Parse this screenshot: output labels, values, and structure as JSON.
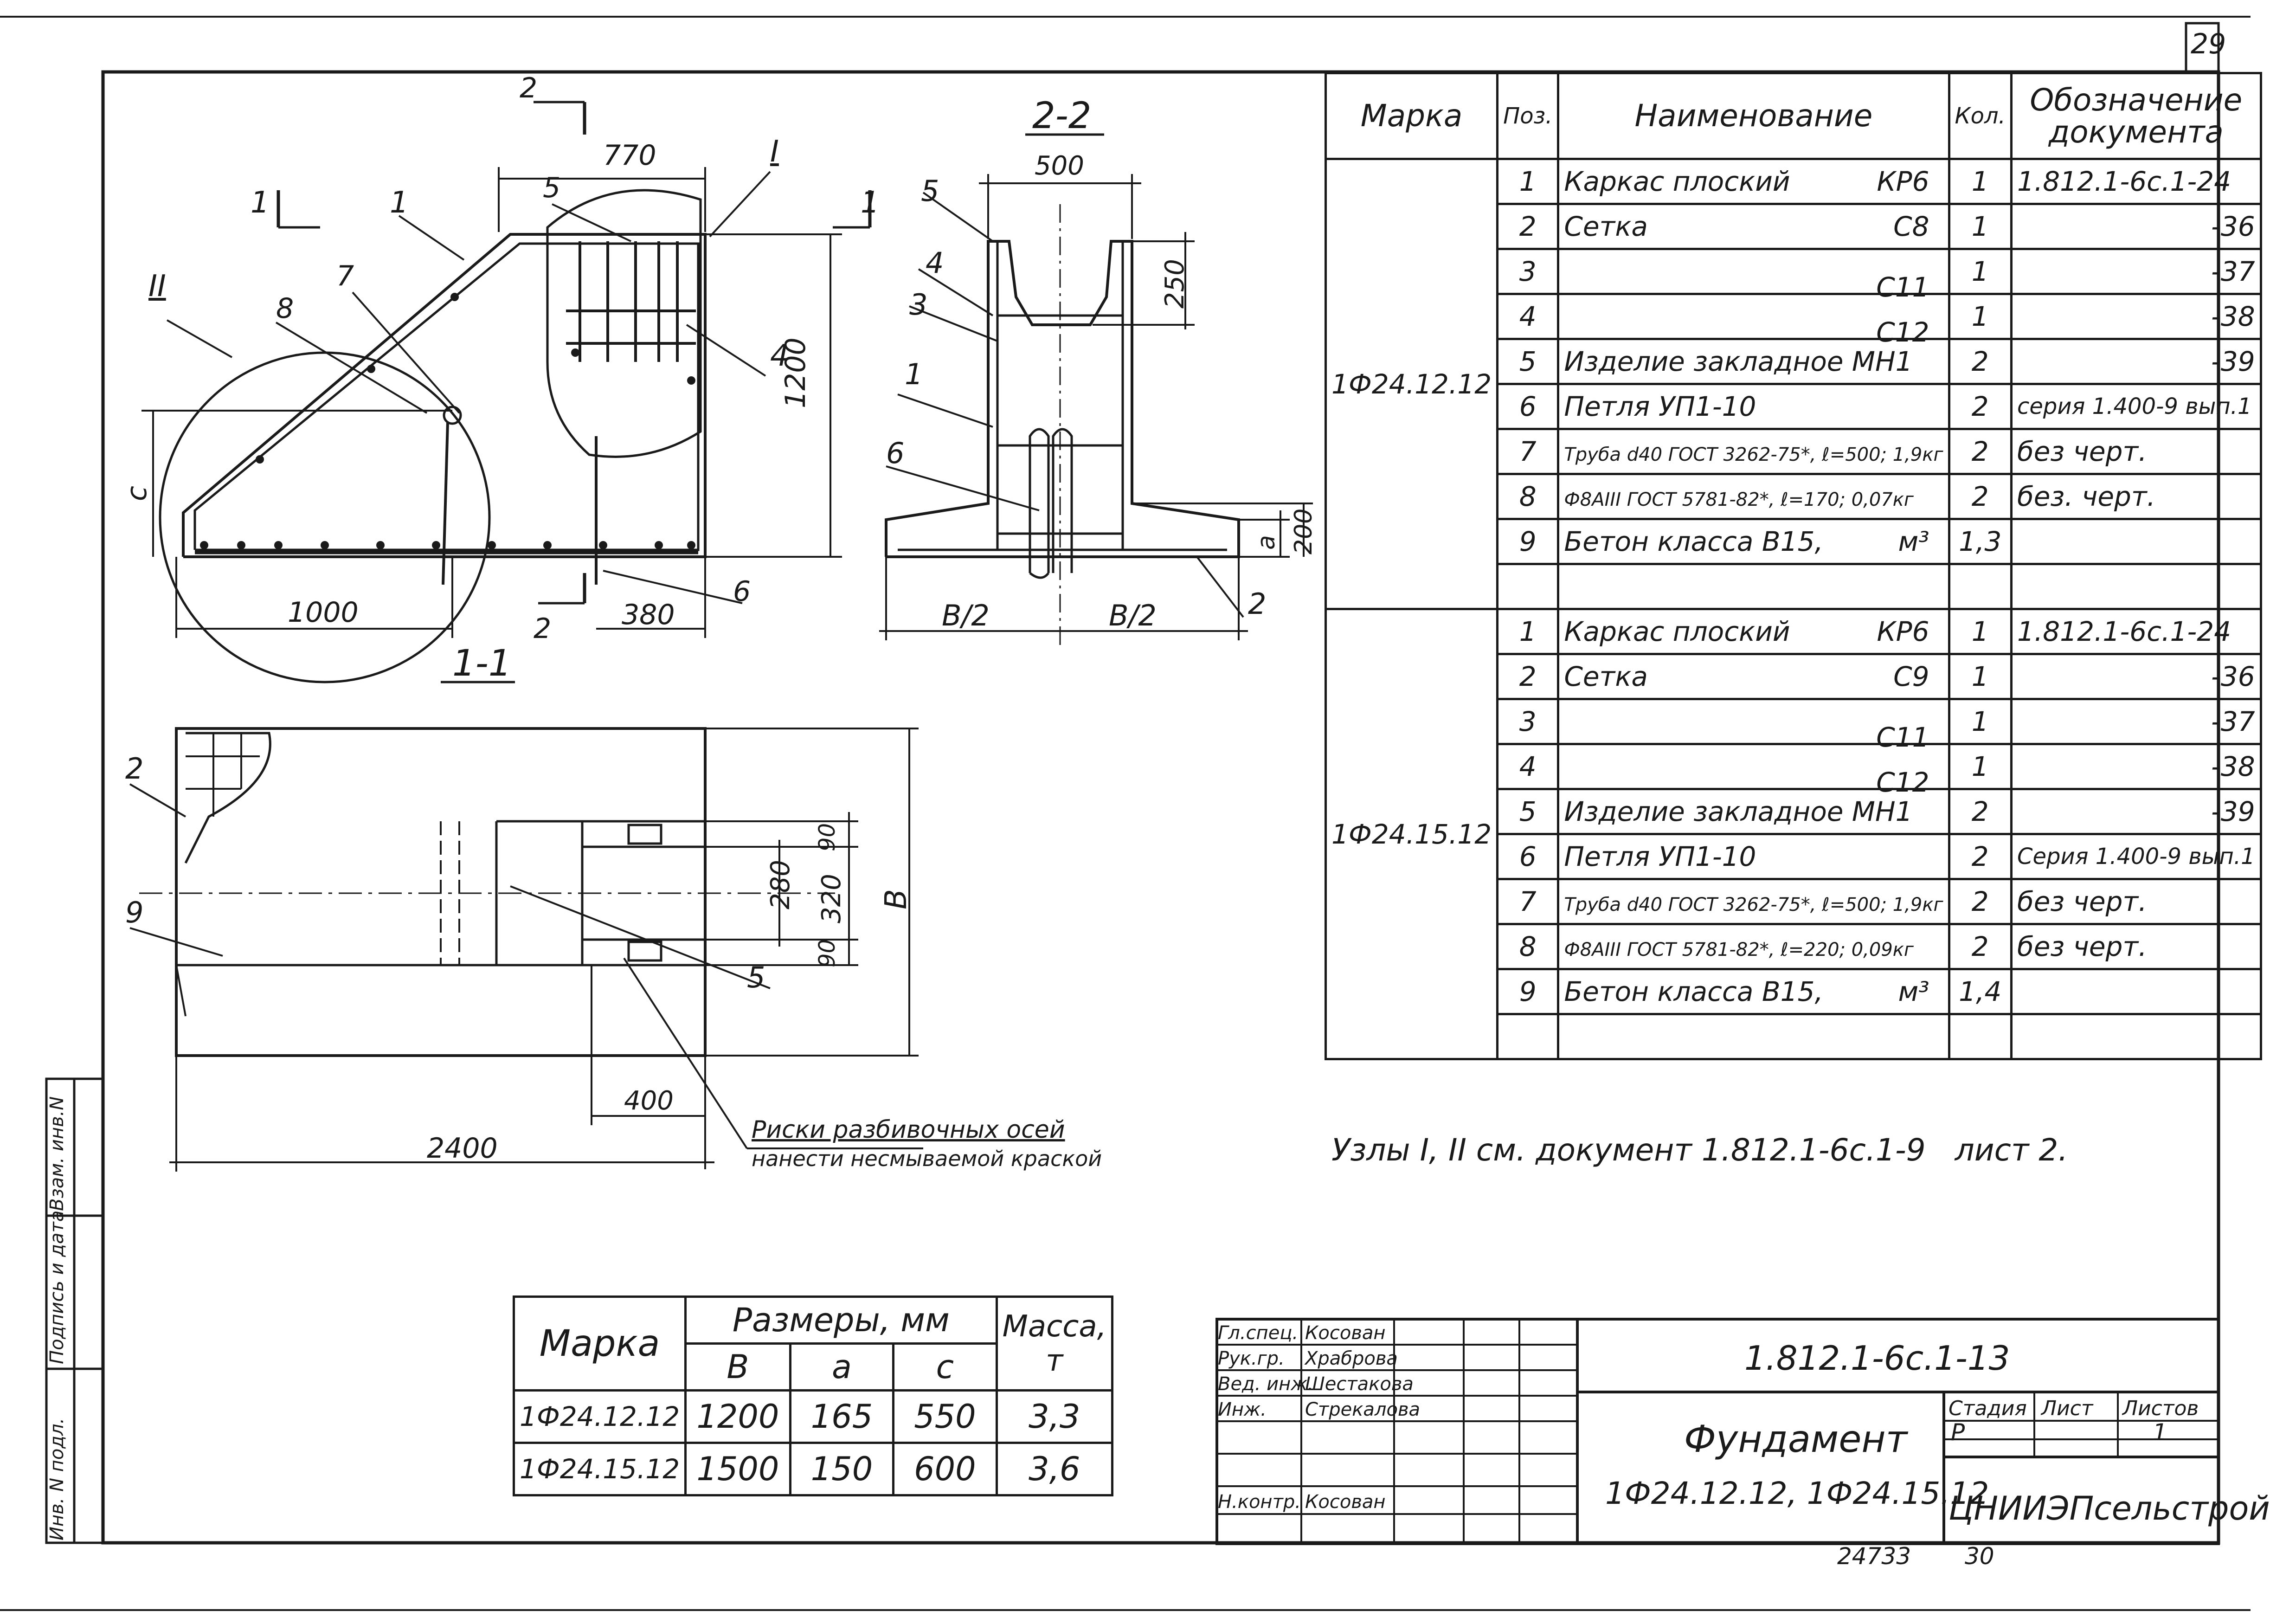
{
  "sheet": {
    "page_number": "29",
    "side_stamp": [
      "Инв. N подл.",
      "Подпись и дата",
      "Взам. инв.N"
    ]
  },
  "drawing": {
    "section_1_1": {
      "title": "1-1",
      "dims": [
        "770",
        "1200",
        "1000",
        "380",
        "c"
      ],
      "callouts": [
        "1",
        "2",
        "4",
        "5",
        "6",
        "7",
        "8"
      ],
      "node_labels": [
        "I",
        "II"
      ],
      "cut_marks": [
        "1",
        "1",
        "2",
        "2"
      ]
    },
    "section_2_2": {
      "title": "2-2",
      "dims": [
        "500",
        "250",
        "200",
        "a",
        "B/2",
        "B/2"
      ],
      "callouts": [
        "1",
        "2",
        "3",
        "4",
        "5",
        "6"
      ]
    },
    "plan": {
      "dims": [
        "90",
        "280",
        "320",
        "90",
        "B",
        "400",
        "2400"
      ],
      "callouts": [
        "2",
        "9",
        "5"
      ],
      "note": [
        "Риски разбивочных осей",
        "нанести несмываемой краской"
      ]
    }
  },
  "spec_table": {
    "headers": [
      "Марка",
      "Поз.",
      "Наименование",
      "Кол.",
      "Обозначение документа"
    ],
    "groups": [
      {
        "mark": "1Ф24.12.12",
        "rows": [
          {
            "pos": "1",
            "name": "Каркас плоский",
            "type": "КР6",
            "qty": "1",
            "doc": "1.812.1-6с.1-24"
          },
          {
            "pos": "2",
            "name": "Сетка",
            "type": "С8",
            "qty": "1",
            "doc": "-36"
          },
          {
            "pos": "3",
            "name": "",
            "type": "С11",
            "qty": "1",
            "doc": "-37"
          },
          {
            "pos": "4",
            "name": "",
            "type": "С12",
            "qty": "1",
            "doc": "-38"
          },
          {
            "pos": "5",
            "name": "Изделие закладное МН1",
            "type": "",
            "qty": "2",
            "doc": "-39"
          },
          {
            "pos": "6",
            "name": "Петля УП1-10",
            "type": "",
            "qty": "2",
            "doc": "серия 1.400-9 вып.1"
          },
          {
            "pos": "7",
            "name": "Труба d40 ГОСТ 3262-75*, ℓ=500; 1,9кг",
            "type": "",
            "qty": "2",
            "doc": "без черт."
          },
          {
            "pos": "8",
            "name": "Ф8АIII ГОСТ 5781-82*, ℓ=170; 0,07кг",
            "type": "",
            "qty": "2",
            "doc": "без. черт."
          },
          {
            "pos": "9",
            "name": "Бетон класса В15,",
            "type": "м³",
            "qty": "1,3",
            "doc": ""
          },
          {
            "pos": "",
            "name": "",
            "type": "",
            "qty": "",
            "doc": ""
          }
        ]
      },
      {
        "mark": "1Ф24.15.12",
        "rows": [
          {
            "pos": "1",
            "name": "Каркас плоский",
            "type": "КР6",
            "qty": "1",
            "doc": "1.812.1-6с.1-24"
          },
          {
            "pos": "2",
            "name": "Сетка",
            "type": "С9",
            "qty": "1",
            "doc": "-36"
          },
          {
            "pos": "3",
            "name": "",
            "type": "С11",
            "qty": "1",
            "doc": "-37"
          },
          {
            "pos": "4",
            "name": "",
            "type": "С12",
            "qty": "1",
            "doc": "-38"
          },
          {
            "pos": "5",
            "name": "Изделие закладное МН1",
            "type": "",
            "qty": "2",
            "doc": "-39"
          },
          {
            "pos": "6",
            "name": "Петля УП1-10",
            "type": "",
            "qty": "2",
            "doc": "Серия 1.400-9 вып.1"
          },
          {
            "pos": "7",
            "name": "Труба d40 ГОСТ 3262-75*, ℓ=500; 1,9кг",
            "type": "",
            "qty": "2",
            "doc": "без черт."
          },
          {
            "pos": "8",
            "name": "Ф8АIII ГОСТ 5781-82*, ℓ=220; 0,09кг",
            "type": "",
            "qty": "2",
            "doc": "без черт."
          },
          {
            "pos": "9",
            "name": "Бетон класса В15,",
            "type": "м³",
            "qty": "1,4",
            "doc": ""
          },
          {
            "pos": "",
            "name": "",
            "type": "",
            "qty": "",
            "doc": ""
          }
        ]
      }
    ]
  },
  "nodes_note": "Узлы I, II см. документ 1.812.1-6с.1-9   лист 2.",
  "dims_table": {
    "header_mark": "Марка",
    "header_dims": "Размеры, мм",
    "header_mass": "Масса, т",
    "sub_headers": [
      "В",
      "а",
      "с"
    ],
    "rows": [
      {
        "mark": "1Ф24.12.12",
        "b": "1200",
        "a": "165",
        "c": "550",
        "mass": "3,3"
      },
      {
        "mark": "1Ф24.15.12",
        "b": "1500",
        "a": "150",
        "c": "600",
        "mass": "3,6"
      }
    ]
  },
  "title_block": {
    "roles": [
      {
        "role": "Гл.спец.",
        "name": "Косован"
      },
      {
        "role": "Рук.гр.",
        "name": "Храброва"
      },
      {
        "role": "Вед. инж.",
        "name": "Шестакова"
      },
      {
        "role": "Инж.",
        "name": "Стрекалова"
      },
      {
        "role": "",
        "name": ""
      },
      {
        "role": "",
        "name": ""
      },
      {
        "role": "Н.контр.",
        "name": "Косован"
      }
    ],
    "doc_code": "1.812.1-6с.1-13",
    "title": "Фундамент",
    "subtitle": "1Ф24.12.12, 1Ф24.15.12",
    "stage_label": "Стадия",
    "sheet_label": "Лист",
    "sheets_label": "Листов",
    "stage": "Р",
    "sheet": "",
    "sheets": "1",
    "organization": "ЦНИИЭПсельстрой",
    "archive_number": "24733",
    "archive_page": "30"
  }
}
